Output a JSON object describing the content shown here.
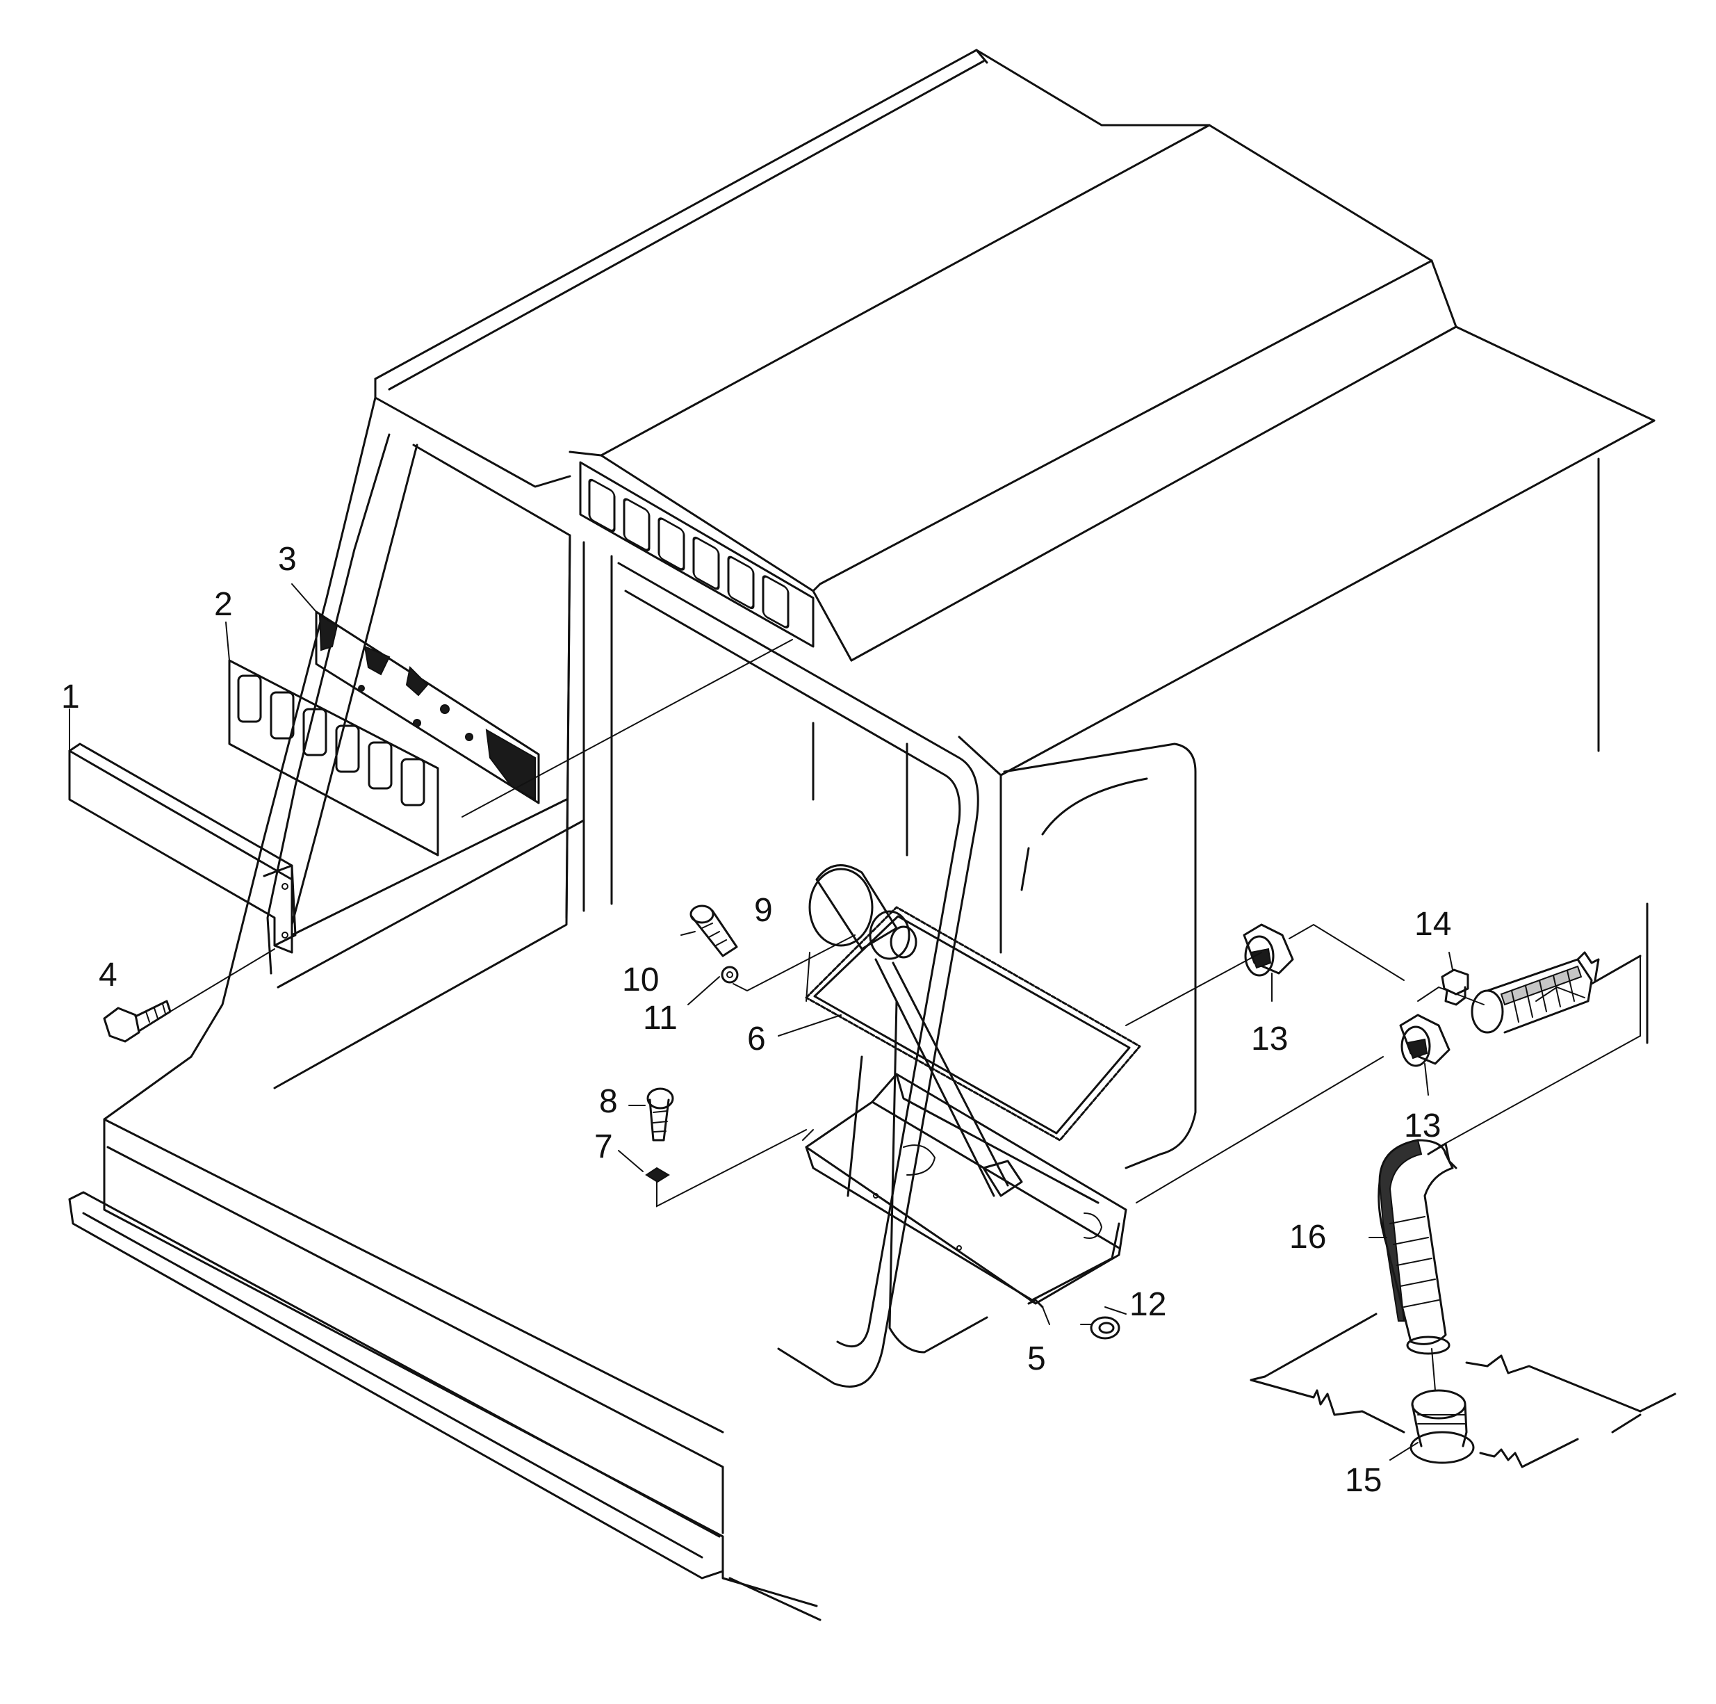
{
  "diagram": {
    "type": "exploded-parts-diagram",
    "subject": "cab with roof air-duct vent panel, floor duct and heater hose",
    "line_color": "#111111",
    "background_color": "#ffffff"
  },
  "callouts": [
    {
      "id": "1",
      "label": "1"
    },
    {
      "id": "2",
      "label": "2"
    },
    {
      "id": "3",
      "label": "3"
    },
    {
      "id": "4",
      "label": "4"
    },
    {
      "id": "5",
      "label": "5"
    },
    {
      "id": "6",
      "label": "6"
    },
    {
      "id": "7",
      "label": "7"
    },
    {
      "id": "8",
      "label": "8"
    },
    {
      "id": "9",
      "label": "9"
    },
    {
      "id": "10",
      "label": "10"
    },
    {
      "id": "11",
      "label": "11"
    },
    {
      "id": "12",
      "label": "12"
    },
    {
      "id": "13a",
      "label": "13"
    },
    {
      "id": "13b",
      "label": "13"
    },
    {
      "id": "14",
      "label": "14"
    },
    {
      "id": "15",
      "label": "15"
    },
    {
      "id": "16",
      "label": "16"
    }
  ]
}
